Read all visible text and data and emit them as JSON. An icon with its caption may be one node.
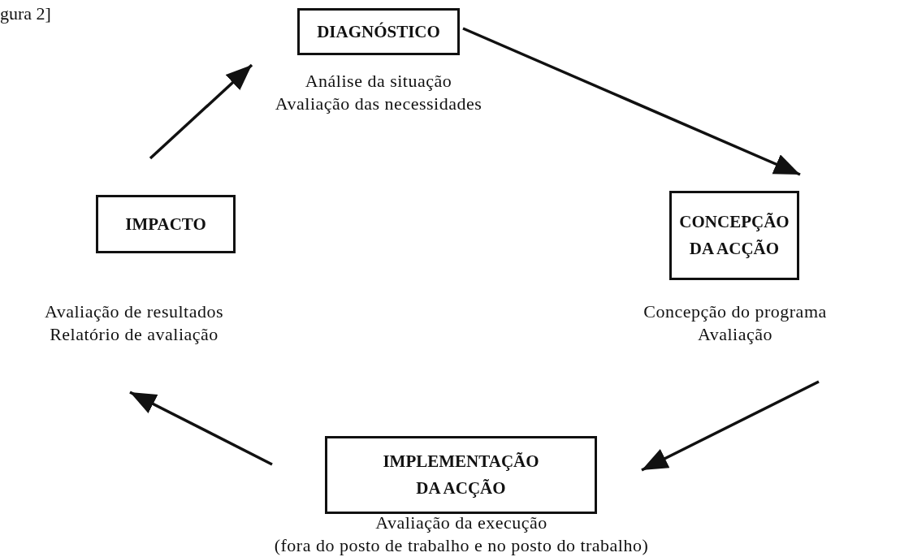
{
  "diagram": {
    "nodes": [
      {
        "text": [
          "DIAGNÓSTICO"
        ],
        "beside": [
          "Análise da situação",
          "Avaliação das necessidades"
        ]
      },
      {
        "text": [
          "IMPACTO"
        ],
        "beside": [
          "Avaliação de resultados",
          "Relatório de avaliação"
        ]
      },
      {
        "text": [
          "CONCEPÇÃO DA ACÇÃO"
        ],
        "beside": [
          "Concepção do programa",
          "Avaliação"
        ]
      },
      {
        "text": [
          "IMPLEMENTAÇÃO DA ACÇÃO"
        ],
        "beside": [
          "Avaliação da execução",
          "(fora do posto de trabalho e no posto do trabalho)"
        ]
      }
    ],
    "edges": [
      {
        "from": 0,
        "to": 2,
        "arrow": "to"
      },
      {
        "from": 2,
        "to": 3,
        "arrow": "to"
      },
      {
        "from": 3,
        "to": 1,
        "arrow": "to"
      },
      {
        "from": 1,
        "to": 0,
        "arrow": "to"
      }
    ],
    "labels": [
      "gura 2]"
    ]
  }
}
